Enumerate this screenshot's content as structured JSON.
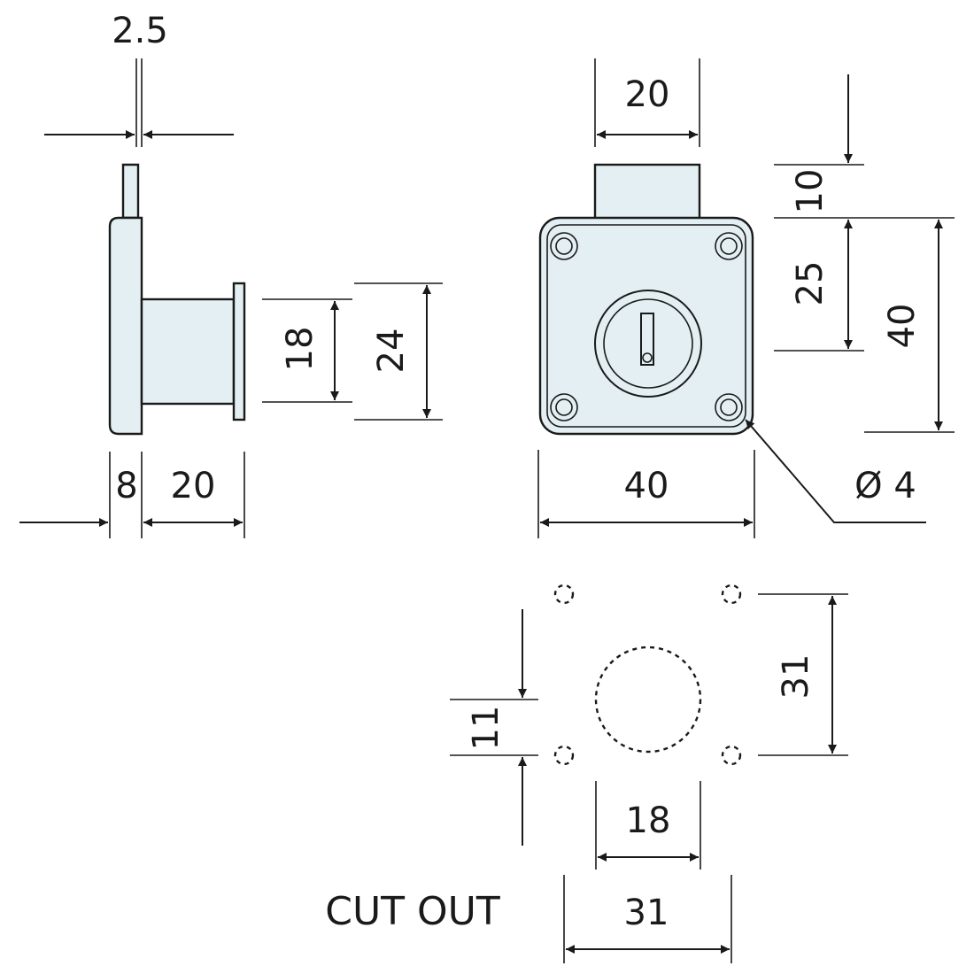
{
  "side_view": {
    "dim_latch_thickness": "2.5",
    "dim_plate_thickness": "8",
    "dim_body_length": "20",
    "dim_body_height": "18",
    "dim_flange_height": "24"
  },
  "front_view": {
    "dim_bolt_width": "20",
    "dim_bolt_throw": "10",
    "dim_bolt_offset": "25",
    "dim_plate_height": "40",
    "dim_plate_width": "40",
    "dim_screw_hole": "Ø 4"
  },
  "cutout_view": {
    "title": "CUT OUT",
    "dim_center_offset": "11",
    "dim_hole_spacing_vertical": "31",
    "dim_bore_diameter": "18",
    "dim_hole_spacing_horizontal": "31"
  },
  "colors": {
    "fill": "#e3eff3",
    "stroke": "#1a1a1a"
  }
}
